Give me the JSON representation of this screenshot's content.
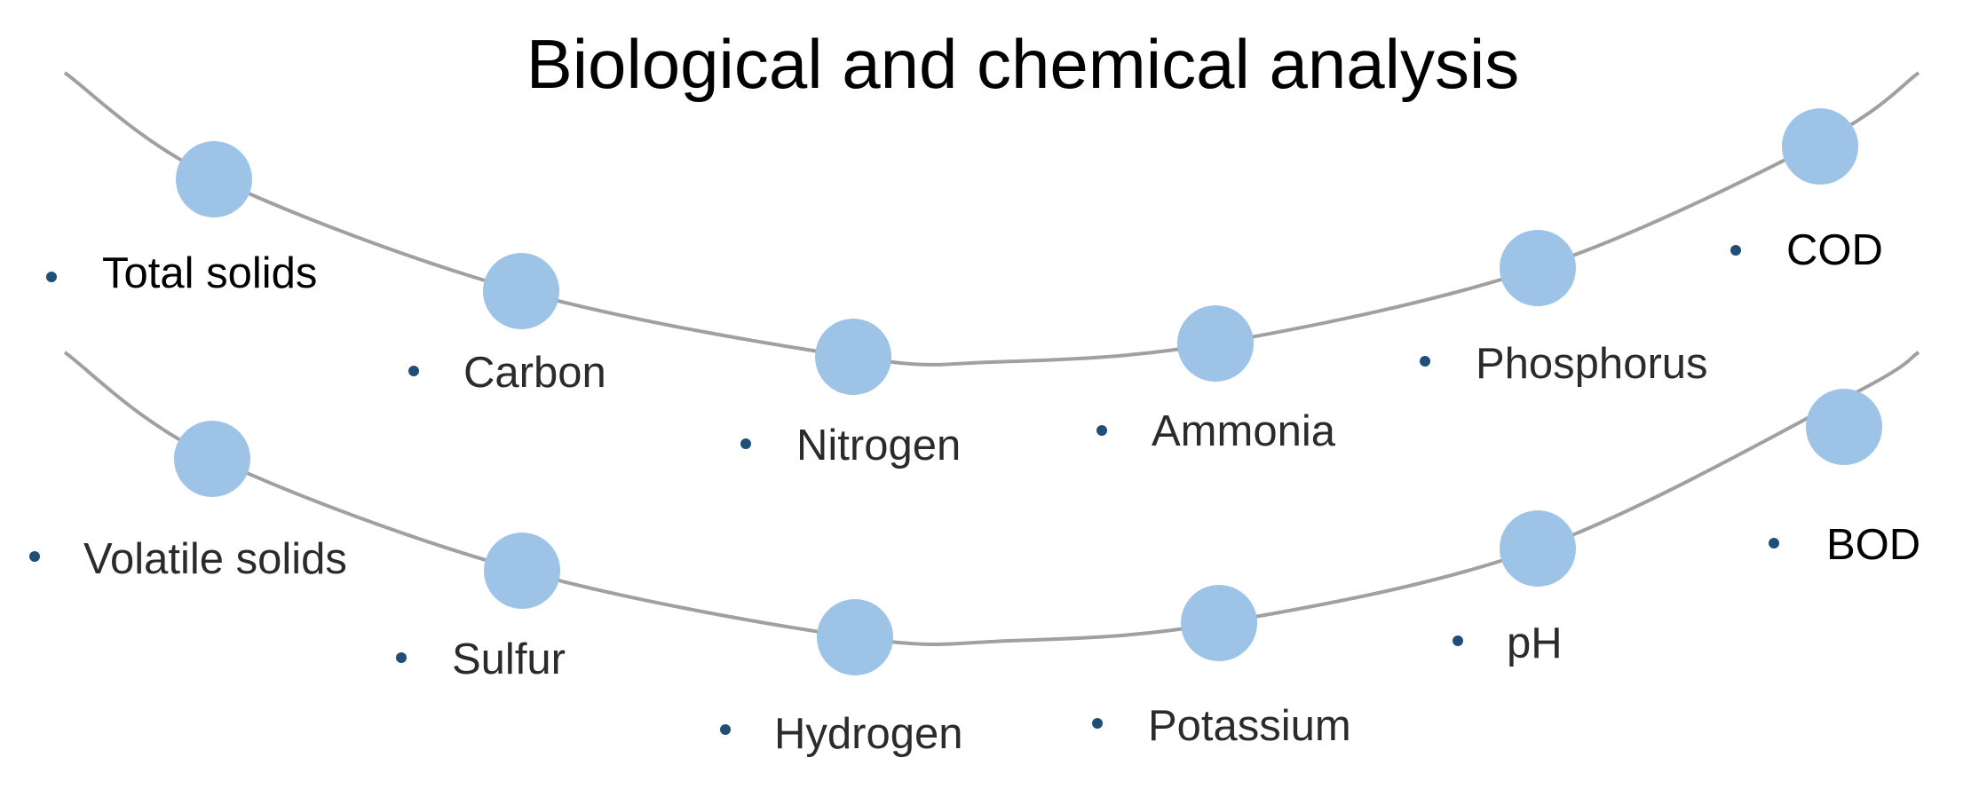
{
  "title": "Biological and chemical analysis",
  "colors": {
    "node_fill": "#9dc3e6",
    "curve_stroke": "#a0a0a0",
    "bullet": "#1f4e79",
    "label_text": "#2b2b2b",
    "title_text": "#000000"
  },
  "rows": [
    {
      "name": "top-arc",
      "items": [
        {
          "label": "Total solids"
        },
        {
          "label": "Carbon"
        },
        {
          "label": "Nitrogen"
        },
        {
          "label": "Ammonia"
        },
        {
          "label": "Phosphorus"
        },
        {
          "label": "COD"
        }
      ]
    },
    {
      "name": "bottom-arc",
      "items": [
        {
          "label": "Volatile solids"
        },
        {
          "label": "Sulfur"
        },
        {
          "label": "Hydrogen"
        },
        {
          "label": "Potassium"
        },
        {
          "label": "pH"
        },
        {
          "label": "BOD"
        }
      ]
    }
  ]
}
